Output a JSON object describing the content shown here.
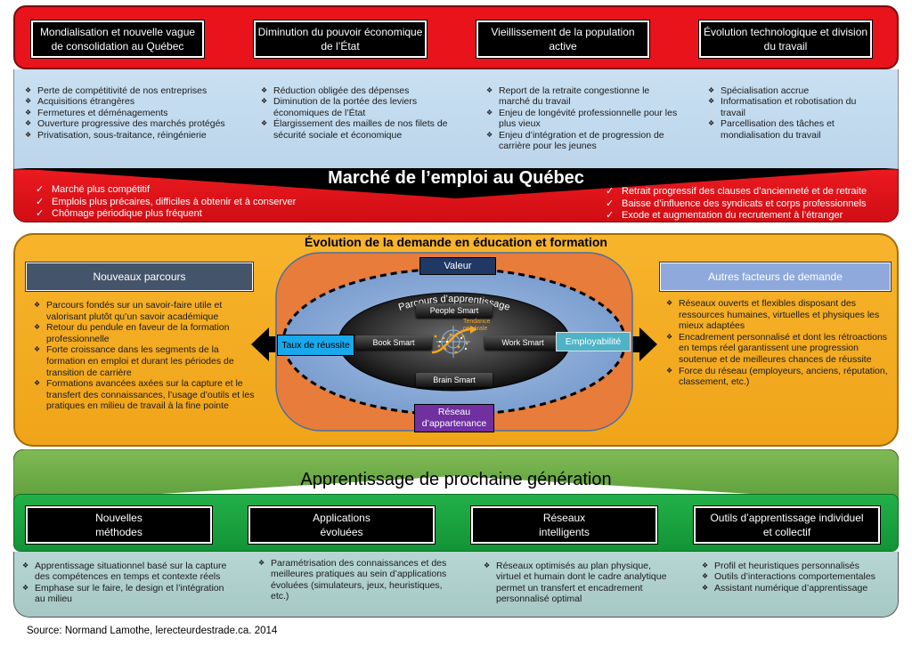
{
  "top_boxes": [
    "Mondialisation et nouvelle vague de consolidation au Québec",
    "Diminution du pouvoir économique  de l’État",
    "Vieillissement de la population active",
    "Évolution technologique et division du travail"
  ],
  "top_columns": [
    [
      "Perte de compétitivité de nos entreprises",
      "Acquisitions étrangères",
      "Fermetures et déménagements",
      "Ouverture progressive des marchés protégés",
      "Privatisation, sous-traitance, réingénierie"
    ],
    [
      "Réduction obligée des dépenses",
      "Diminution de la portée des leviers économiques de l’État",
      "Élargissement des mailles de nos filets de sécurité sociale et économique"
    ],
    [
      "Report de la retraite congestionne le marché du travail",
      "Enjeu de longévité professionnelle pour les plus vieux",
      "Enjeu d’intégration et de progression de carrière pour les jeunes"
    ],
    [
      "Spécialisation accrue",
      "Informatisation et robotisation du travail",
      "Parcellisation des tâches et mondialisation du travail"
    ]
  ],
  "market": {
    "title": "Marché de l’emploi au Québec",
    "left": [
      "Marché plus compétitif",
      "Emplois plus précaires, difficiles à obtenir et à conserver",
      "Chômage périodique plus fréquent"
    ],
    "right": [
      "Retrait progressif des clauses d’ancienneté et de retraite",
      "Baisse d’influence des syndicats et corps professionnels",
      "Exode et augmentation du recrutement à l’étranger"
    ]
  },
  "middle": {
    "title": "Évolution de la demande en éducation et formation",
    "left_header": "Nouveaux parcours",
    "left_items": [
      "Parcours fondés sur un savoir-faire utile et valorisant plutôt qu’un savoir académique",
      "Retour du pendule en faveur de la formation professionnelle",
      "Forte croissance dans les segments de la formation en emploi et durant les périodes de transition de carrière",
      "Formations avancées axées sur la capture et le transfert des connaissances, l’usage d’outils et les pratiques en milieu de travail à la fine pointe"
    ],
    "right_header": "Autres facteurs de demande",
    "right_items": [
      "Réseaux ouverts et flexibles disposant des ressources humaines, virtuelles et physiques les mieux adaptées",
      "Encadrement personnalisé et dont les rétroactions en temps réel garantissent une progression soutenue et de meilleures chances de réussite",
      "Force du réseau (employeurs, anciens, réputation, classement, etc.)"
    ],
    "valeur": "Valeur",
    "taux": "Taux de réussite",
    "employabilite": "Employabilité",
    "reseau": "Réseau d’appartenance",
    "parcours": "Parcours d’apprentissage",
    "people": "People Smart",
    "book": "Book Smart",
    "work": "Work Smart",
    "brain": "Brain Smart",
    "tendance": "Tendance générale"
  },
  "bottom": {
    "title": "Apprentissage de prochaine génération",
    "boxes": [
      "Nouvelles méthodes",
      "Applications évoluées",
      "Réseaux intelligents",
      "Outils d’apprentissage individuel et collectif"
    ],
    "columns": [
      [
        "Apprentissage situationnel basé sur la capture des compétences en temps et  contexte réels",
        "Emphase sur le faire, le design et l’intégration au milieu"
      ],
      [
        "Paramétrisation des connaissances et des meilleures pratiques au sein d’applications évoluées (simulateurs, jeux, heuristiques, etc.)"
      ],
      [
        "Réseaux optimisés au plan physique, virtuel et humain dont le cadre analytique permet un transfert et encadrement personnalisé optimal"
      ],
      [
        "Profil et heuristiques personnalisés",
        "Outils d’interactions comportementales",
        "Assistant numérique d’apprentissage"
      ]
    ]
  },
  "source": "Source: Normand Lamothe, lerecteurdestrade.ca. 2014",
  "colors": {
    "red": "#e8131b",
    "blue_band": "#bdd7ee",
    "orange": "#f5a623",
    "ellipse": "#e87c3a",
    "green": "#2cb34a",
    "teal": "#a9cbc8"
  }
}
